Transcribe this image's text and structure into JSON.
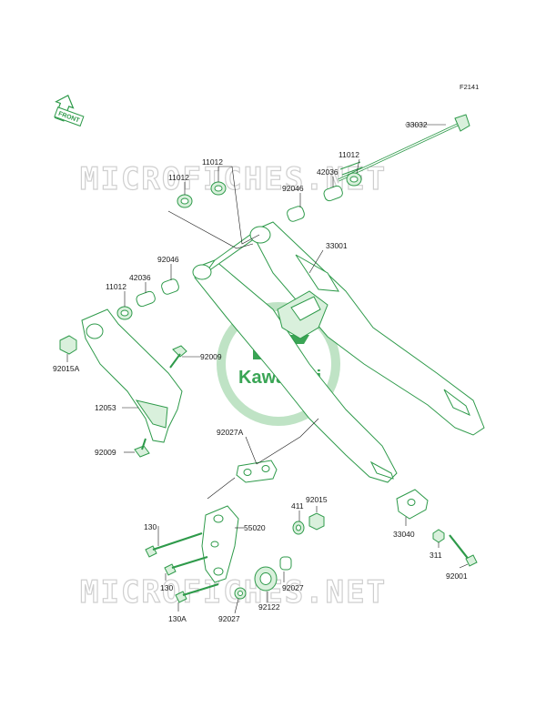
{
  "diagram_code": "F2141",
  "watermark": "MICROFICHES.NET",
  "logo_text": "Kawasaki",
  "front_label": "FRONT",
  "colors": {
    "line": "#2e9a4a",
    "fill": "#d9f0dc",
    "logo": "#3aa555",
    "watermark": "#cfcfcf"
  },
  "parts": {
    "p33032": "33032",
    "p11012_top": "11012",
    "p11012_a": "11012",
    "p42036_a": "42036",
    "p92046_a": "92046",
    "p11012_right": "11012",
    "p33001": "33001",
    "p92046_b": "92046",
    "p42036_b": "42036",
    "p11012_b": "11012",
    "p92015A": "92015A",
    "p92009_a": "92009",
    "p12053": "12053",
    "p92009_b": "92009",
    "p92027A": "92027A",
    "p411": "411",
    "p92015": "92015",
    "p55020": "55020",
    "p130_a": "130",
    "p130_b": "130",
    "p130A": "130A",
    "p92122": "92122",
    "p92027_a": "92027",
    "p92027_b": "92027",
    "p33040": "33040",
    "p311": "311",
    "p92001": "92001"
  }
}
